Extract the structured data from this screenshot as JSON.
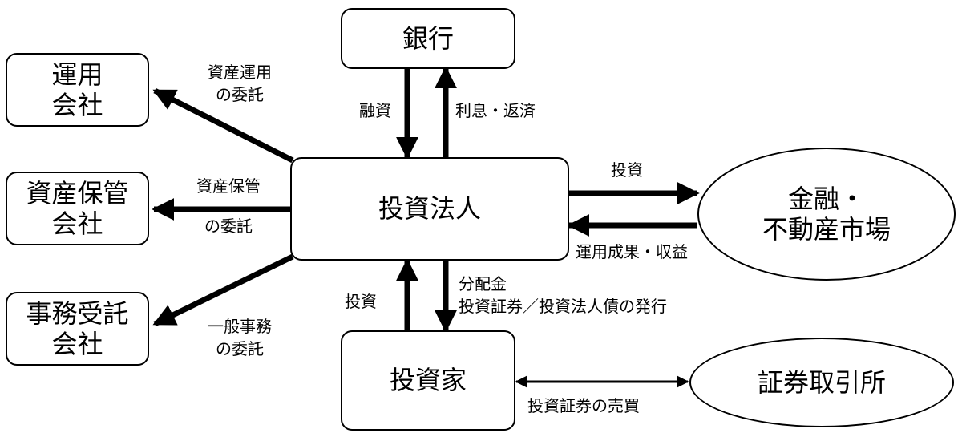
{
  "nodes": {
    "bank": "銀行",
    "investment_corp": "投資法人",
    "asset_manager": "運用\n会社",
    "custodian": "資産保管\n会社",
    "admin_agent": "事務受託\n会社",
    "market": "金融・\n不動産市場",
    "investor": "投資家",
    "exchange": "証券取引所"
  },
  "labels": {
    "asset_mgmt_delegation": "資産運用\nの委託",
    "custody_delegation_1": "資産保管",
    "custody_delegation_2": "の委託",
    "admin_delegation": "一般事務\nの委託",
    "loan": "融資",
    "interest_repayment": "利息・返済",
    "invest_market": "投資",
    "returns": "運用成果・収益",
    "investor_invest": "投資",
    "distribution_issuance": "分配金\n投資証券／投資法人債の発行",
    "securities_trading": "投資証券の売買"
  }
}
